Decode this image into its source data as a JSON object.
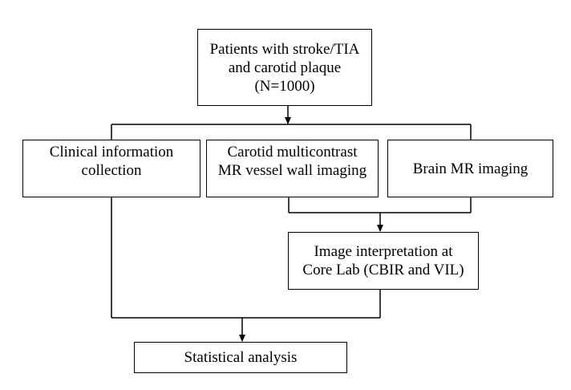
{
  "flowchart": {
    "nodes": {
      "patients": "Patients with stroke/TIA\nand carotid plaque\n(N=1000)",
      "clinical": "Clinical information\ncollection",
      "carotid": "Carotid multicontrast\nMR vessel wall imaging",
      "brain": "Brain MR imaging",
      "image_interpretation": "Image interpretation at\nCore Lab (CBIR and VIL)",
      "statistical": "Statistical analysis"
    }
  },
  "colors": {
    "line": "#000000",
    "box_border": "#000000",
    "background": "#ffffff"
  }
}
